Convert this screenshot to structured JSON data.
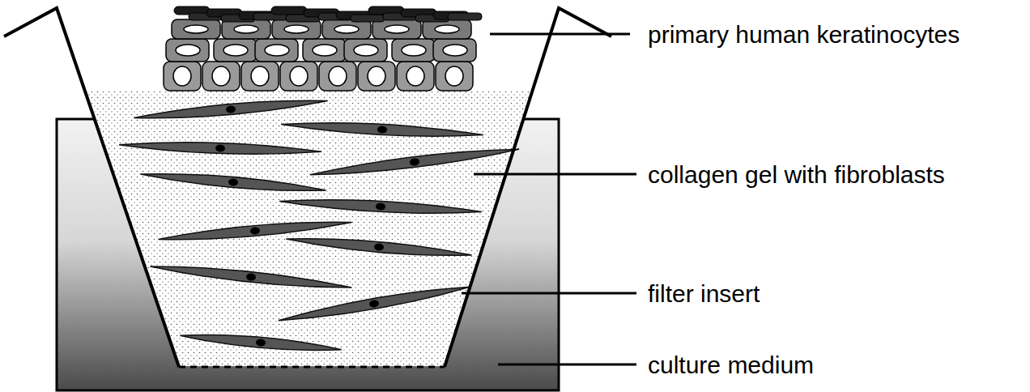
{
  "diagram": {
    "labels": [
      "primary human keratinocytes",
      "collagen gel with fibroblasts",
      "filter insert",
      "culture medium"
    ]
  }
}
